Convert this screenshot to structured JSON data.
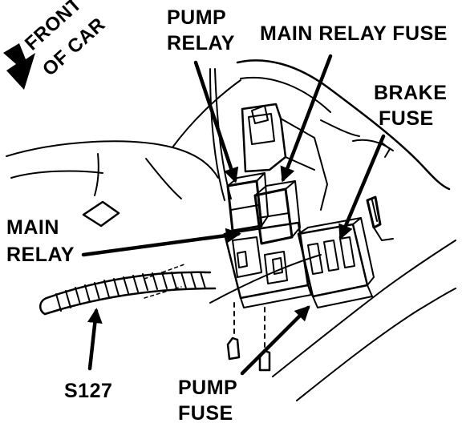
{
  "labels": {
    "front_of_car_line1": "FRONT",
    "front_of_car_line2": "OF CAR",
    "pump_relay_line1": "PUMP",
    "pump_relay_line2": "RELAY",
    "main_relay_fuse": "MAIN RELAY FUSE",
    "brake_fuse_line1": "BRAKE",
    "brake_fuse_line2": "FUSE",
    "main_relay_line1": "MAIN",
    "main_relay_line2": "RELAY",
    "s127": "S127",
    "pump_fuse_line1": "PUMP",
    "pump_fuse_line2": "FUSE"
  }
}
